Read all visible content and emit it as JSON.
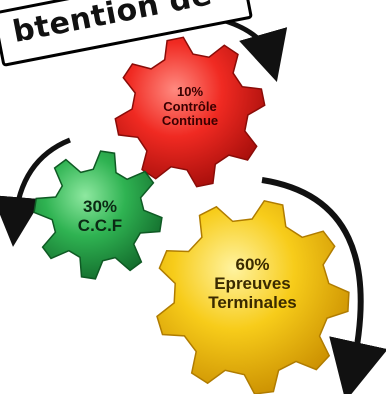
{
  "title": "btention de",
  "colors": {
    "red_gear": "#e8201e",
    "green_gear": "#2aa64a",
    "yellow_gear": "#f5c818",
    "arrow": "#111111"
  },
  "gears": {
    "red": {
      "percent": "10%",
      "line1": "Contrôle",
      "line2": "Continue"
    },
    "green": {
      "percent": "30%",
      "line1": "C.C.F"
    },
    "yellow": {
      "percent": "60%",
      "line1": "Epreuves",
      "line2": "Terminales"
    }
  }
}
